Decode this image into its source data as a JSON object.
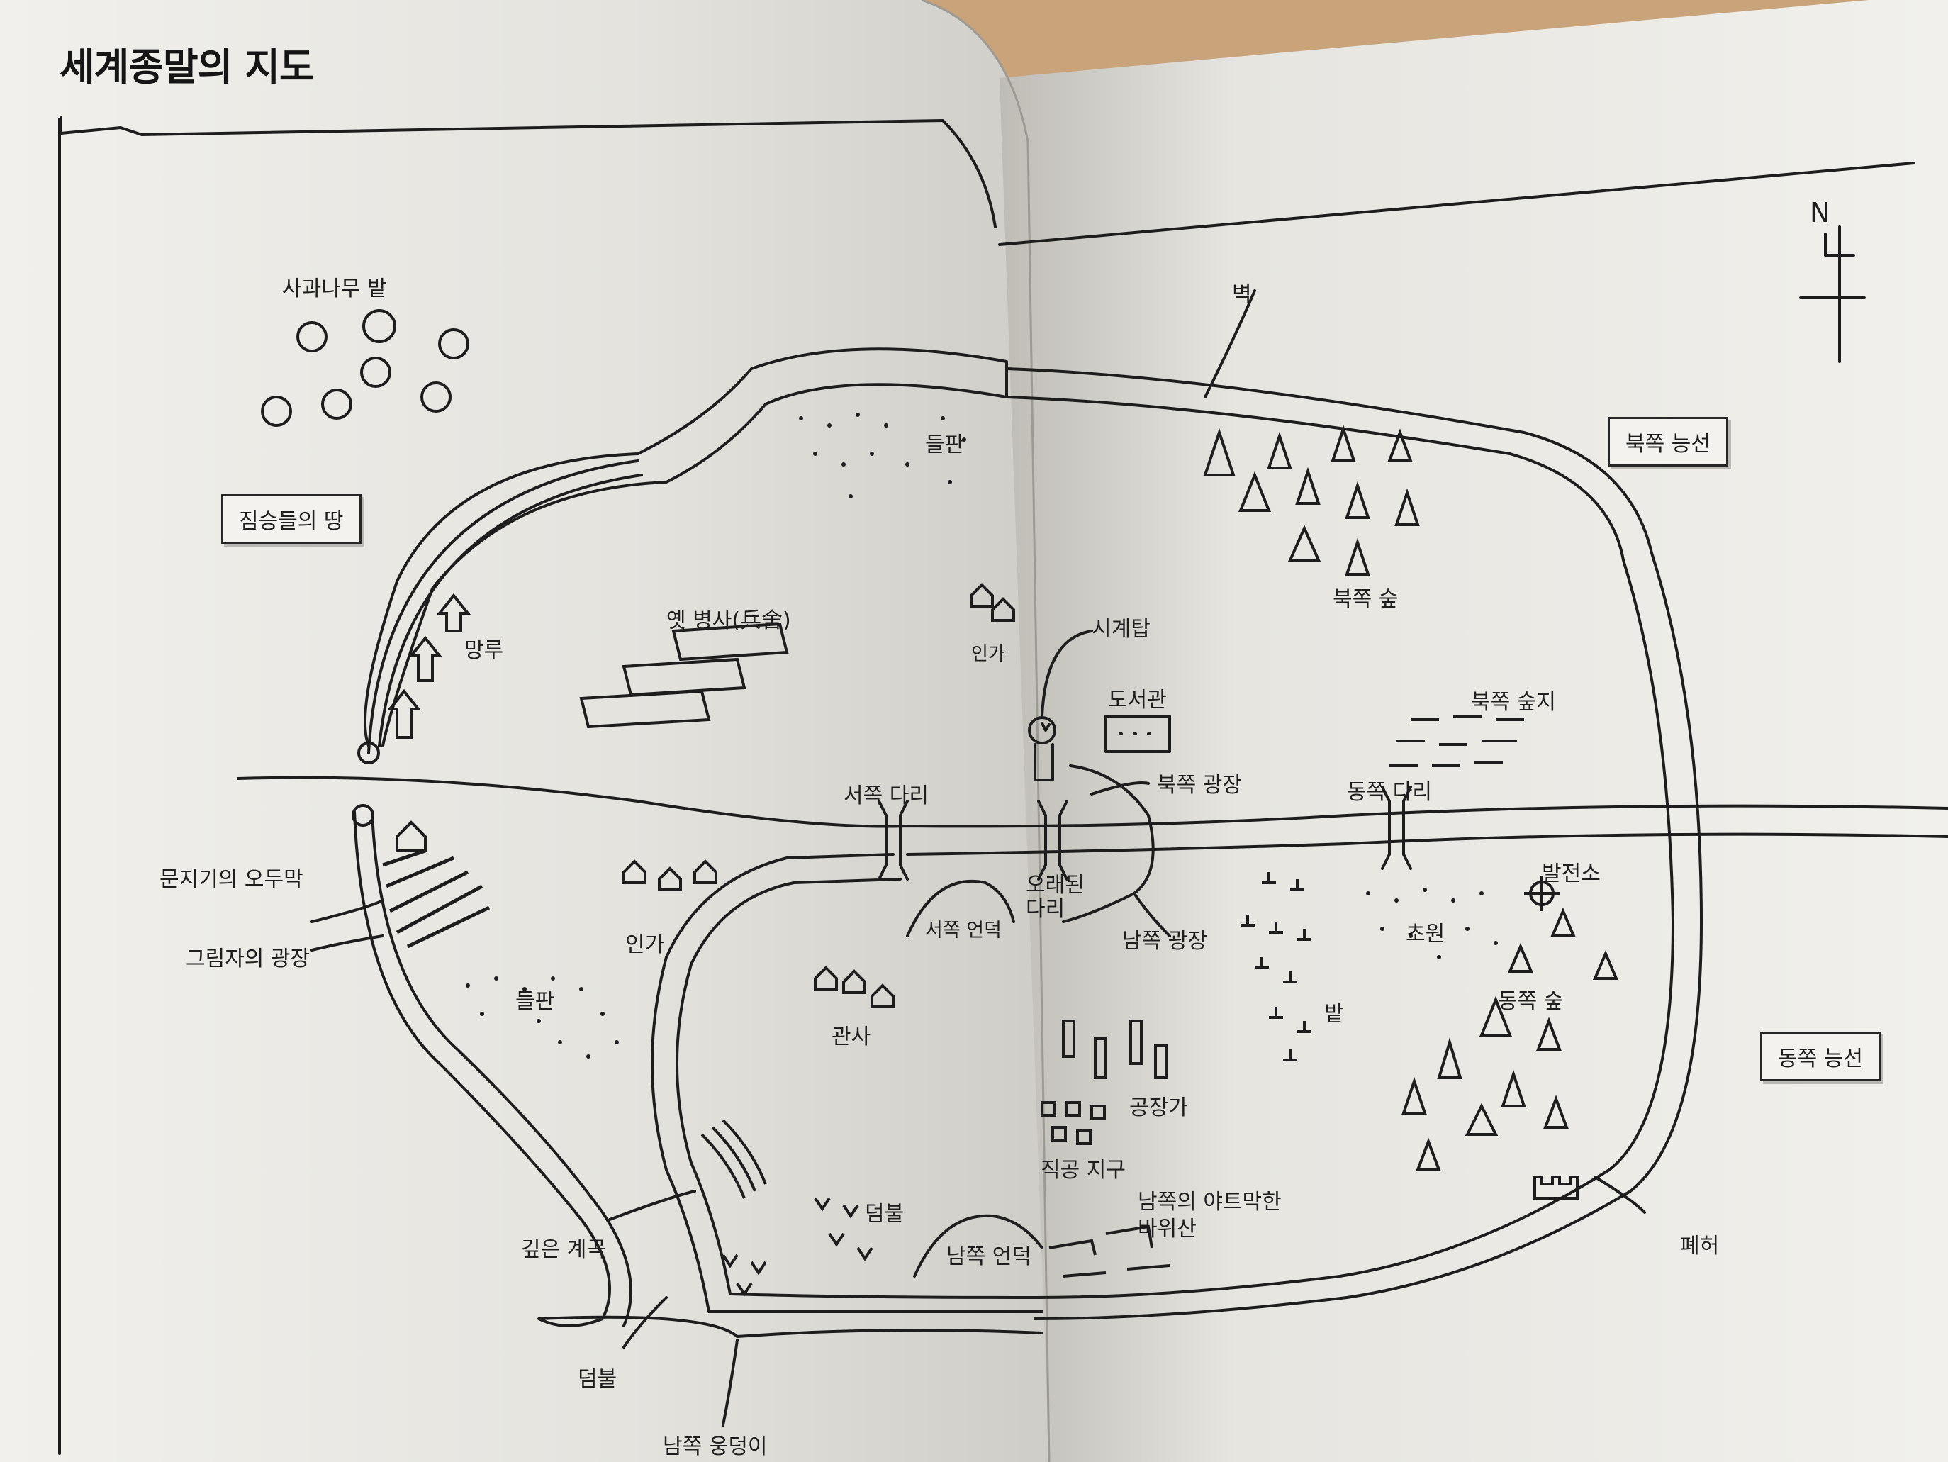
{
  "page": {
    "title": "세계종말의 지도"
  },
  "compass": {
    "north_label": "N"
  },
  "map": {
    "areas": {
      "apple_orchard": "사과나무 밭",
      "beasts_land": "짐승들의 땅",
      "watchtowers": "망루",
      "old_barracks": "옛 병사(兵舍)",
      "field_north": "들판",
      "houses_north": "인가",
      "wall": "벽",
      "north_ridge": "북쪽 능선",
      "north_forest": "북쪽 숲",
      "clock_tower": "시계탑",
      "library": "도서관",
      "north_marsh": "북쪽 숲지",
      "north_square": "북쪽 광장",
      "west_bridge": "서쪽 다리",
      "east_bridge": "동쪽 다리",
      "gatekeeper_hut": "문지기의 오두막",
      "shadow_square": "그림자의 광장",
      "houses_west": "인가",
      "field_south": "들판",
      "west_hill": "서쪽 언덕",
      "old_bridge": "오래된\n다리",
      "south_square": "남쪽 광장",
      "power_plant": "발전소",
      "grassland": "초원",
      "east_forest": "동쪽 숲",
      "east_ridge": "동쪽 능선",
      "farm": "밭",
      "officials": "관사",
      "factory_street": "공장가",
      "workers_district": "직공 지구",
      "deep_ravine": "깊은 계곡",
      "thicket_1": "덤불",
      "thicket_2": "덤불",
      "south_hill": "남쪽 언덕",
      "south_rocky_hill": "남쪽의 야트막한\n바위산",
      "ruins": "폐허",
      "south_pool": "남쪽 웅덩이"
    }
  }
}
